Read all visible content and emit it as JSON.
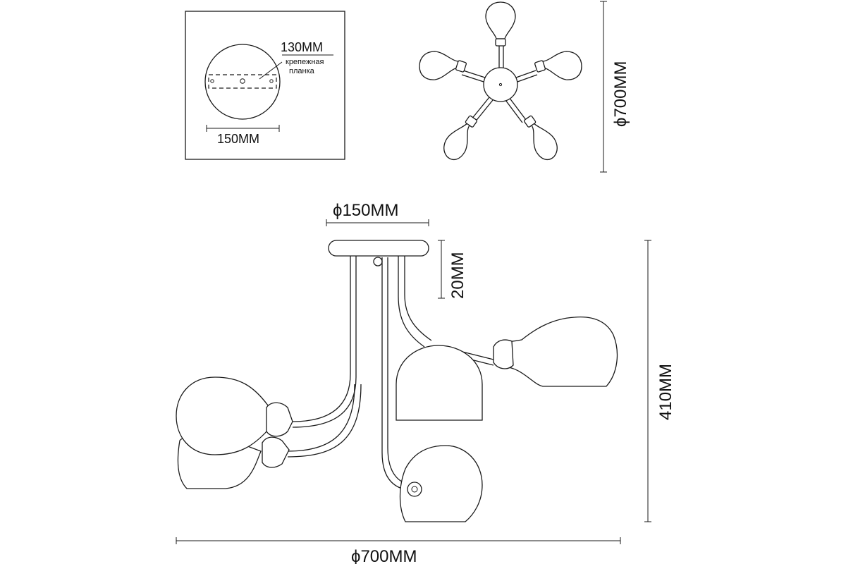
{
  "mount_plate_view": {
    "dim_bracket": "130ММ",
    "bracket_label_line1": "крепежная",
    "bracket_label_line2": "планка",
    "dim_width": "150ММ"
  },
  "top_view": {
    "dim_diameter": "ϕ700ММ"
  },
  "side_view": {
    "dim_plate_diameter": "ϕ150ММ",
    "dim_plate_height": "20ММ",
    "dim_height": "410ММ",
    "dim_diameter": "ϕ700ММ"
  }
}
